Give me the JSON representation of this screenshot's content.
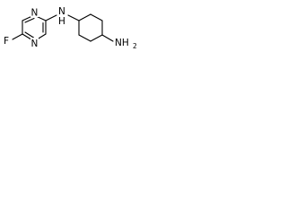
{
  "molecule": {
    "atoms": {
      "fluorine": "F",
      "ring_n_top": "N",
      "ring_n_bottom": "N",
      "amine_linker": "N",
      "amine_linker_h": "H",
      "terminal_amine": "NH",
      "terminal_amine_sub": "2"
    }
  }
}
